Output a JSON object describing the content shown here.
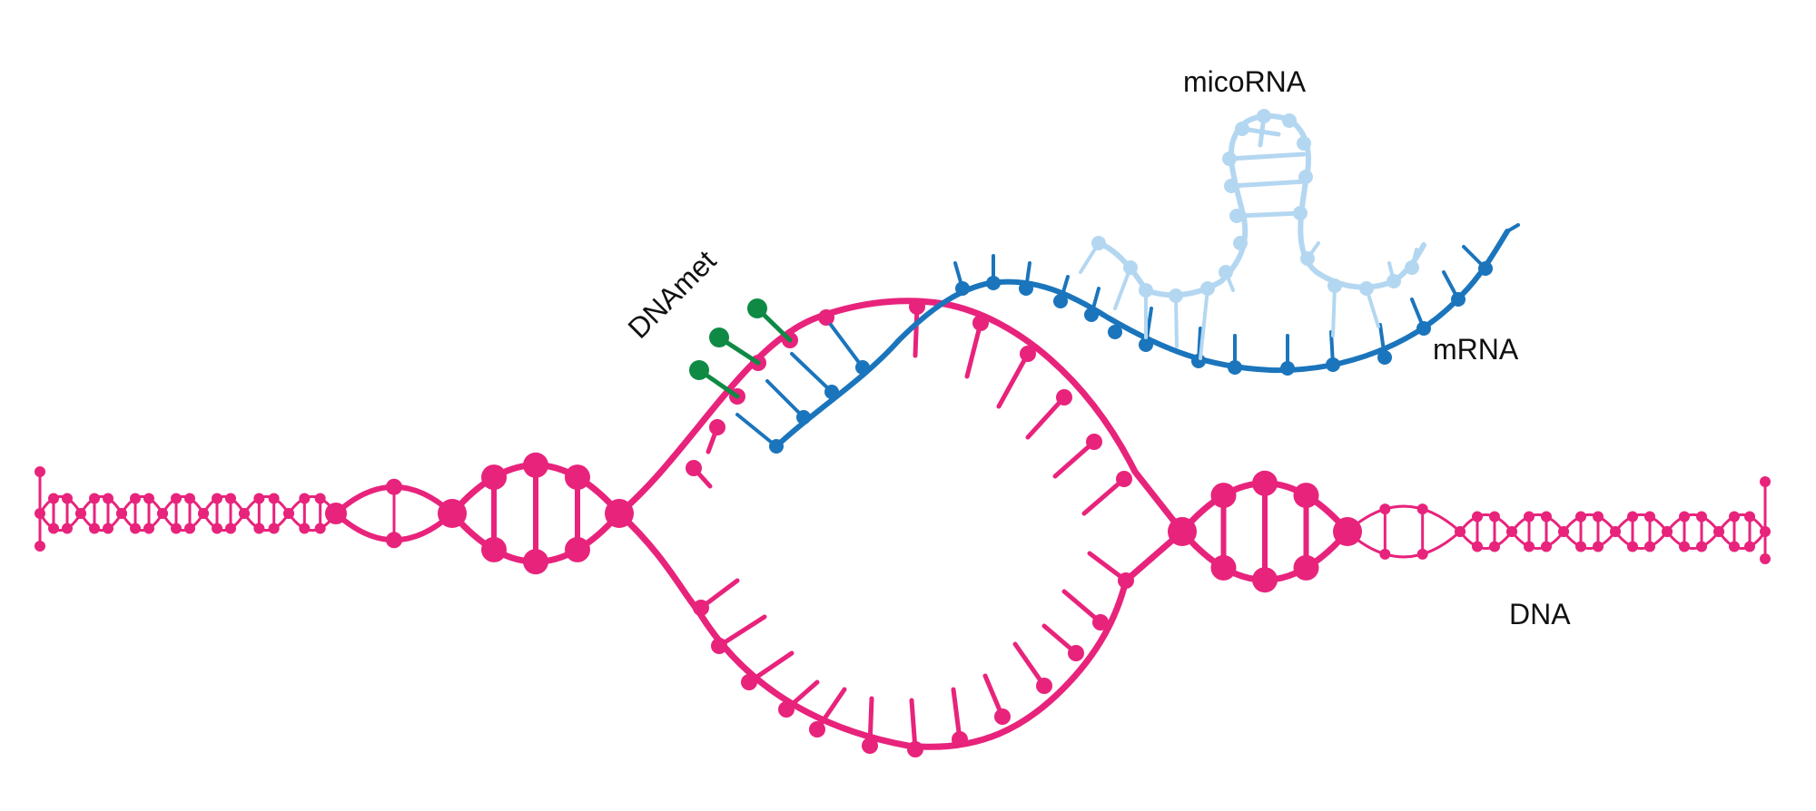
{
  "labels": {
    "dnamet": "DNAmet",
    "microrna": "micoRNA",
    "mrna": "mRNA",
    "dna": "DNA"
  },
  "colors": {
    "dna": "#E8237C",
    "mrna": "#1B75BC",
    "microrna": "#B4D7F1",
    "methyl": "#0E8A45",
    "text": "#111111",
    "background": "#FFFFFF"
  }
}
